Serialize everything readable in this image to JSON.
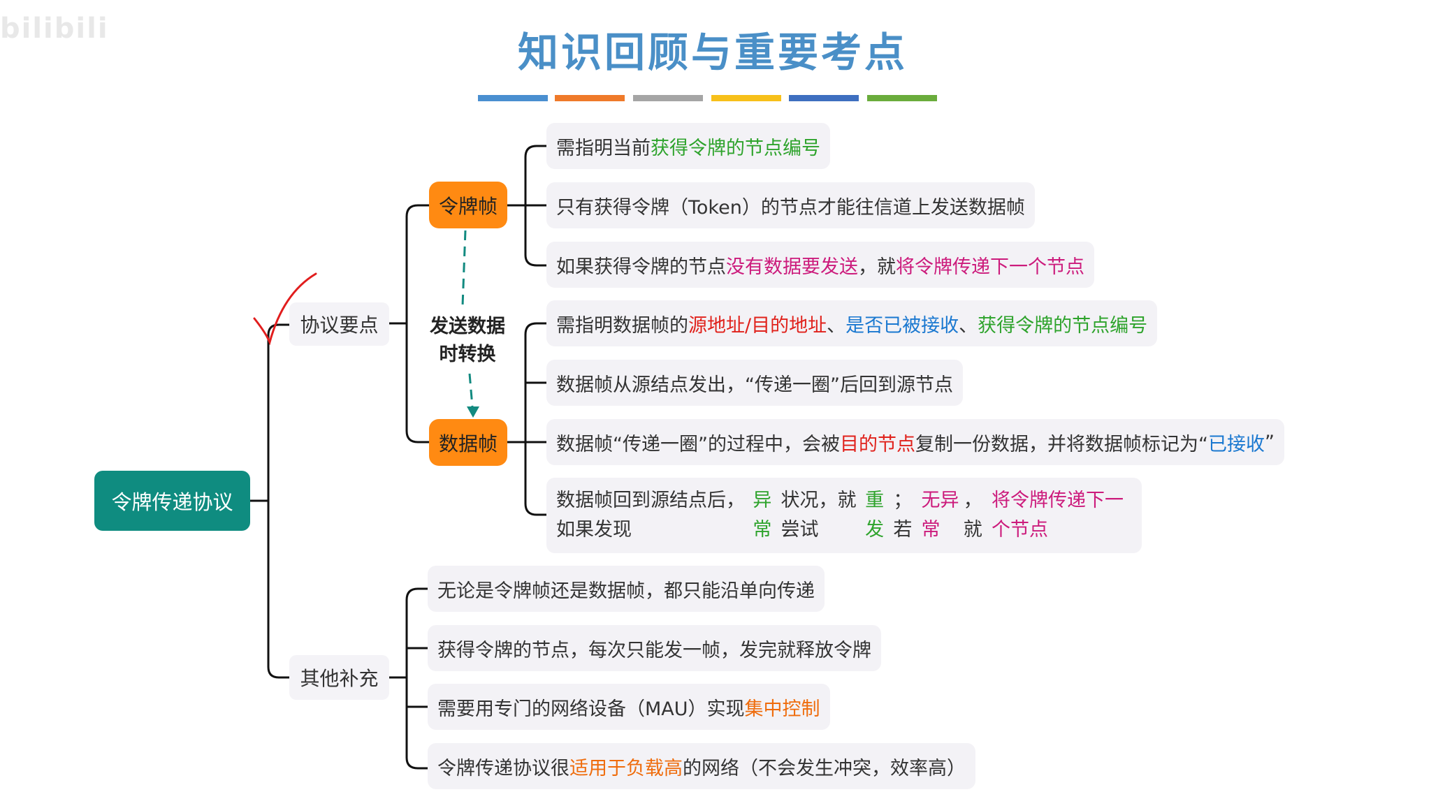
{
  "watermark": "bilibili",
  "title": "知识回顾与重要考点",
  "title_color": "#4a8fc7",
  "color_bar": [
    "#4a8fd0",
    "#ef7a2a",
    "#a5a5a5",
    "#f7c01a",
    "#3e6fc0",
    "#6aac3c"
  ],
  "root": {
    "label": "令牌传递协议",
    "color": "#0f8c80"
  },
  "branch1": {
    "label": "协议要点"
  },
  "branch2": {
    "label": "其他补充"
  },
  "token_frame": {
    "label": "令牌帧",
    "items": [
      [
        {
          "t": "需指明当前"
        },
        {
          "t": "获得令牌的节点编号",
          "c": "g"
        }
      ],
      [
        {
          "t": "只有获得令牌（Token）的节点才能往信道上发送数据帧"
        }
      ],
      [
        {
          "t": "如果获得令牌的节点"
        },
        {
          "t": "没有数据要发送",
          "c": "m"
        },
        {
          "t": "，就"
        },
        {
          "t": "将令牌传递下一个节点",
          "c": "m"
        }
      ]
    ]
  },
  "conversion": {
    "line1": "发送数据",
    "line2": "时转换"
  },
  "data_frame": {
    "label": "数据帧",
    "items": [
      [
        {
          "t": "需指明数据帧的"
        },
        {
          "t": "源地址/目的地址",
          "c": "r"
        },
        {
          "t": "、"
        },
        {
          "t": "是否已被接收",
          "c": "b"
        },
        {
          "t": "、"
        },
        {
          "t": "获得令牌的节点编号",
          "c": "g"
        }
      ],
      [
        {
          "t": "数据帧从源结点发出，“传递一圈”后回到源节点"
        }
      ],
      [
        {
          "t": "数据帧“传递一圈”的过程中，会被"
        },
        {
          "t": "目的节点",
          "c": "r"
        },
        {
          "t": "复制一份数据，并将数据帧标记为“"
        },
        {
          "t": "已接收",
          "c": "b"
        },
        {
          "t": "”"
        }
      ],
      [
        {
          "t": "数据帧回到源结点后，如果发现"
        },
        {
          "t": "异常",
          "c": "g"
        },
        {
          "t": "状况，就尝试"
        },
        {
          "t": "重发",
          "c": "g"
        },
        {
          "t": "；若"
        },
        {
          "t": "无异常",
          "c": "m"
        },
        {
          "t": "，就"
        },
        {
          "t": "将令牌传递下一个节点",
          "c": "m"
        }
      ]
    ]
  },
  "supplement_items": [
    [
      {
        "t": "无论是令牌帧还是数据帧，都只能沿单向传递"
      }
    ],
    [
      {
        "t": "获得令牌的节点，每次只能发一帧，发完就释放令牌"
      }
    ],
    [
      {
        "t": "需要用专门的网络设备（MAU）实现"
      },
      {
        "t": "集中控制",
        "c": "o"
      }
    ],
    [
      {
        "t": "令牌传递协议很"
      },
      {
        "t": "适用于负载高",
        "c": "o"
      },
      {
        "t": "的网络（不会发生冲突，效率高）"
      }
    ]
  ]
}
